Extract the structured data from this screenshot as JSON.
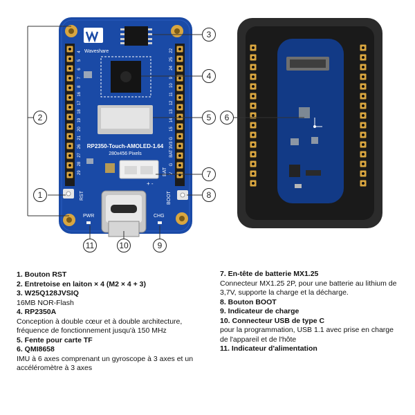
{
  "board": {
    "brand": "Waveshare",
    "model": "RP2350-Touch-AMOLED-1.64",
    "resolution": "280x456 Pixels",
    "labels": {
      "rst": "RST",
      "pwr": "PWR",
      "chg": "CHG",
      "boot": "BOOT",
      "bat": "BAT",
      "polarity": "+ -"
    },
    "left_pins": [
      "29",
      "28",
      "27",
      "26",
      "21",
      "20",
      "19",
      "18",
      "17",
      "16",
      "8",
      "7",
      "6",
      "5",
      "4"
    ],
    "right_pins": [
      "V",
      "G",
      "BAT",
      "3V3",
      "G",
      "15",
      "14",
      "13",
      "12",
      "11",
      "10",
      "9",
      "24",
      "25",
      "22"
    ]
  },
  "callouts": [
    "1",
    "2",
    "3",
    "4",
    "5",
    "6",
    "7",
    "8",
    "9",
    "10",
    "11"
  ],
  "legend_left": [
    {
      "title": "1. Bouton RST",
      "desc": ""
    },
    {
      "title": "2. Entretoise en laiton × 4 (M2 × 4 + 3)",
      "desc": ""
    },
    {
      "title": "3. W25Q128JVSIQ",
      "desc": "16MB NOR-Flash"
    },
    {
      "title": "4. RP2350A",
      "desc": "Conception à double cœur et à double architecture, fréquence de fonctionnement jusqu'à 150 MHz"
    },
    {
      "title": "5.  Fente pour carte TF",
      "desc": ""
    },
    {
      "title": "6. QMI8658",
      "desc": "IMU à 6 axes comprenant un gyroscope à 3 axes et un accéléromètre à 3 axes"
    }
  ],
  "legend_right": [
    {
      "title": "7. En-tête de batterie MX1.25",
      "desc": "Connecteur MX1.25 2P, pour une batterie au lithium de 3,7V, supporte la charge et la décharge."
    },
    {
      "title": "8. Bouton BOOT",
      "desc": ""
    },
    {
      "title": "9. Indicateur de charge",
      "desc": ""
    },
    {
      "title": "10. Connecteur USB de type C",
      "desc": "pour la programmation, USB 1.1 avec prise en charge de l'appareil et de l'hôte"
    },
    {
      "title": "11. Indicateur d'alimentation",
      "desc": ""
    }
  ],
  "colors": {
    "pcb": "#1a4aa6",
    "pcb_dark": "#123a86",
    "gold": "#d9a640",
    "header": "#1c1c1c",
    "case": "#2b2b2b"
  }
}
